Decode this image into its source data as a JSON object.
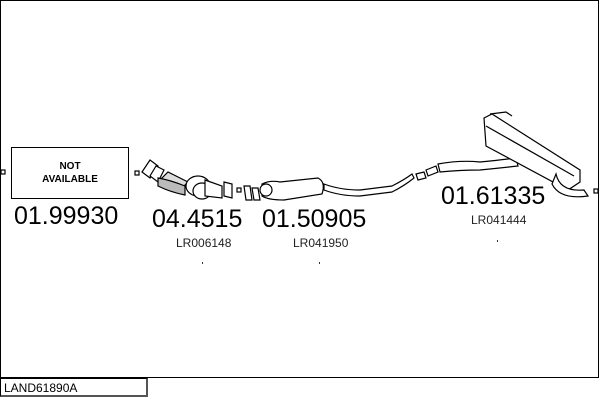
{
  "diagram_code": "LAND61890A",
  "parts": [
    {
      "number": "01.99930",
      "ref": "",
      "image_text": "NOT AVAILABLE"
    },
    {
      "number": "04.4515",
      "ref": "LR006148"
    },
    {
      "number": "01.50905",
      "ref": "LR041950"
    },
    {
      "number": "01.61335",
      "ref": "LR041444"
    }
  ]
}
